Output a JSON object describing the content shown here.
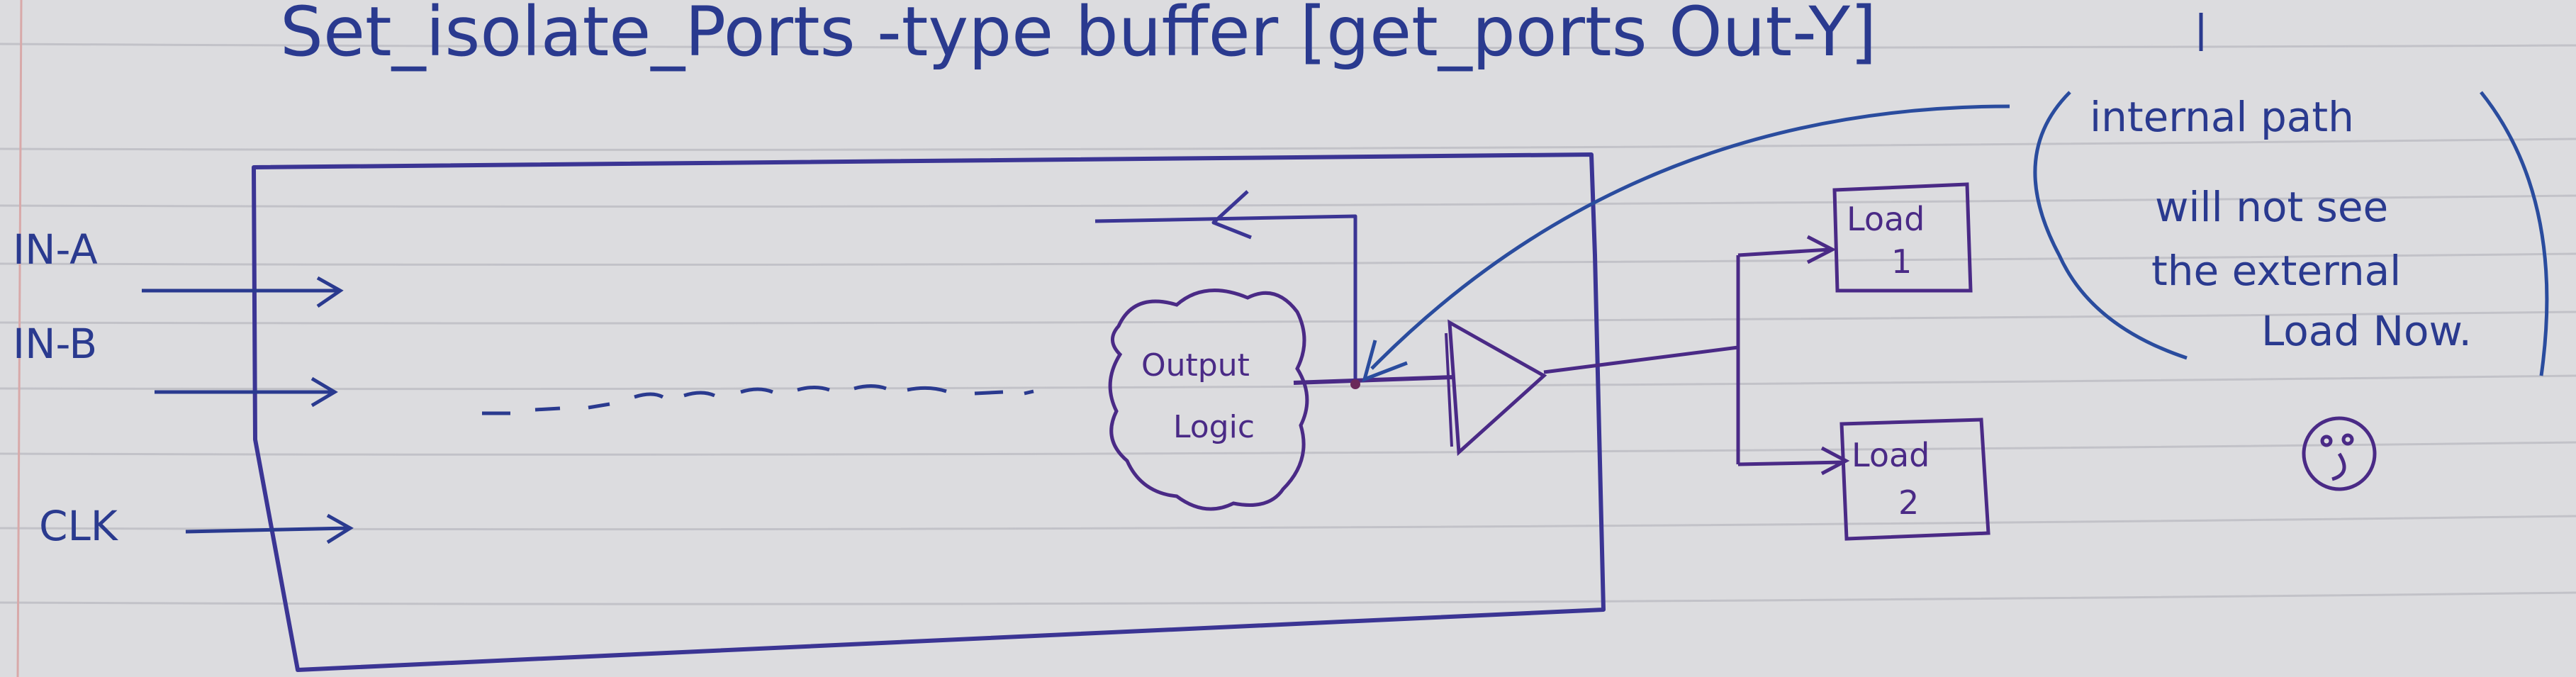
{
  "title": "Set_isolate_Ports -type buffer [get_ports Out-Y]",
  "inputs": [
    "IN-A",
    "IN-B",
    "CLK"
  ],
  "logic_label_line1": "Output",
  "logic_label_line2": "Logic",
  "loads": [
    {
      "line1": "Load",
      "line2": "1"
    },
    {
      "line1": "Load",
      "line2": "2"
    }
  ],
  "note_lines": [
    "internal path",
    "will not see",
    "the external",
    "Load Now."
  ],
  "colors": {
    "paper": "#dcdcdf",
    "ink_blue": "#2a3a8f",
    "ink_purple": "#4a2a86",
    "rule_line": "#c2c2c8",
    "margin_line": "#d8a9a9"
  }
}
